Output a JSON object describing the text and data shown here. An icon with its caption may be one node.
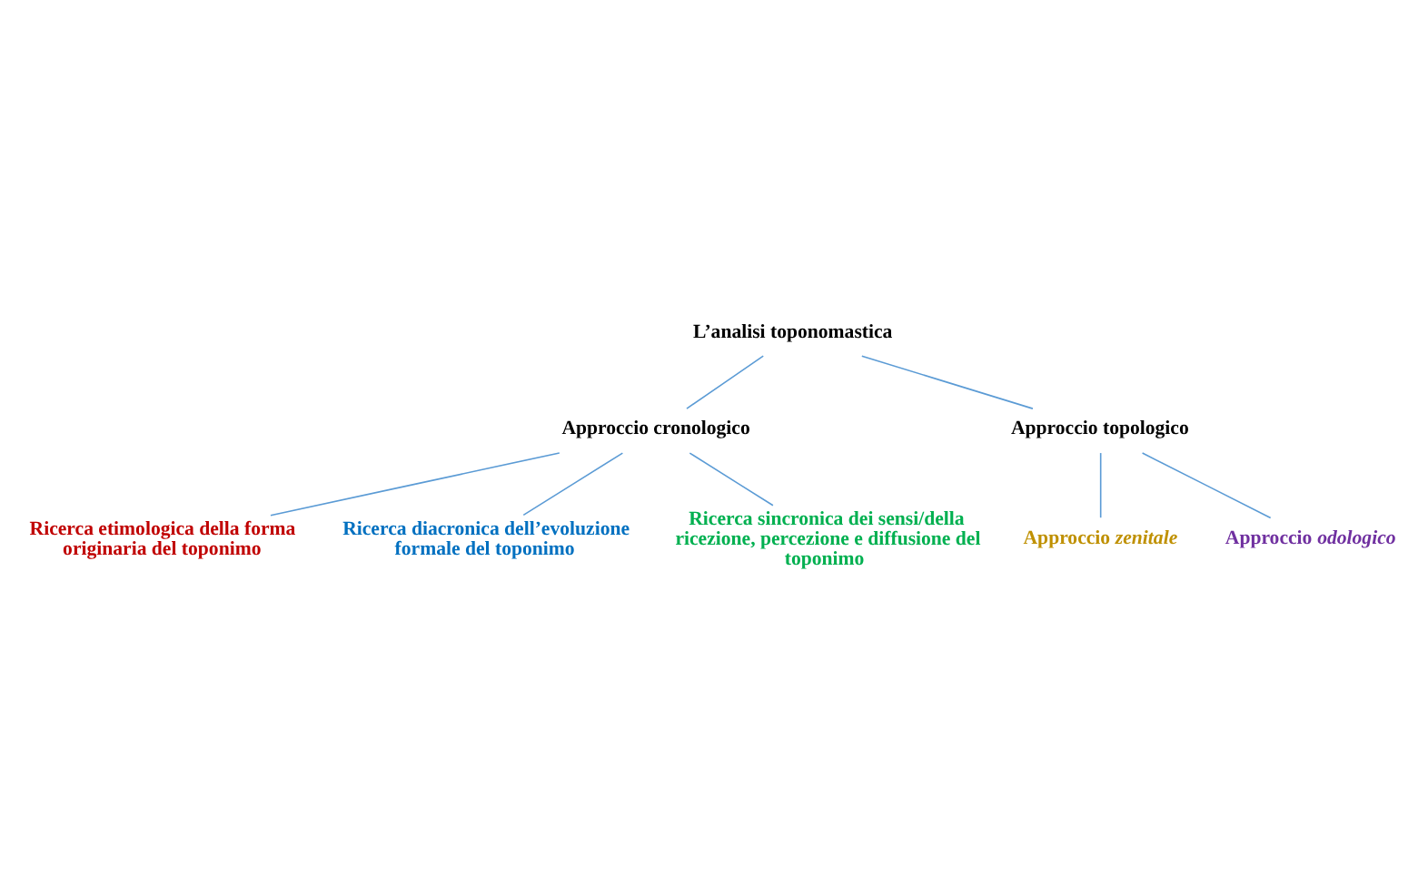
{
  "diagram": {
    "nodes": [
      {
        "text": [
          "L’analisi toponomastica"
        ]
      },
      {
        "text": [
          "Approccio cronologico"
        ]
      },
      {
        "text": [
          "Approccio topologico"
        ]
      },
      {
        "text": [
          "Ricerca etimologica della forma originaria del toponimo"
        ]
      },
      {
        "text": [
          "Ricerca diacronica dell’evoluzione formale del toponimo"
        ]
      },
      {
        "text": [
          "Ricerca sincronica dei sensi/della ricezione, percezione e diffusione del toponimo"
        ]
      },
      {
        "text": [
          "Approccio *zenitale*"
        ]
      },
      {
        "text": [
          "Approccio *odologico*"
        ]
      }
    ],
    "edges": [
      {
        "from": 0,
        "to": 1,
        "arrow": "none"
      },
      {
        "from": 0,
        "to": 2,
        "arrow": "none"
      },
      {
        "from": 1,
        "to": 3,
        "arrow": "none"
      },
      {
        "from": 1,
        "to": 4,
        "arrow": "none"
      },
      {
        "from": 1,
        "to": 5,
        "arrow": "none"
      },
      {
        "from": 2,
        "to": 6,
        "arrow": "none"
      },
      {
        "from": 2,
        "to": 7,
        "arrow": "none"
      }
    ]
  }
}
